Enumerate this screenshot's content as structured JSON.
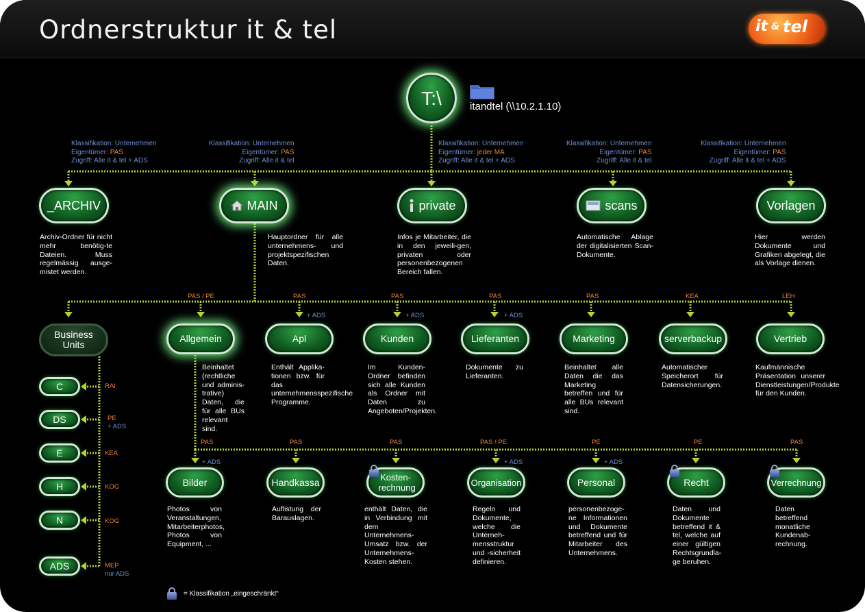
{
  "title": "Ordnerstruktur it & tel",
  "logo": {
    "part1": "it",
    "part2": "tel"
  },
  "root": {
    "label": "T:\\",
    "share": "itandtel (\\\\10.2.1.10)"
  },
  "top_folders": [
    {
      "label": "_ARCHIV",
      "icon": "",
      "meta": {
        "k": "Klassifikation: Unternehmen",
        "e_pre": "Eigentümer: ",
        "e": "PAS",
        "z": "Zugriff: Alle it & tel + ADS"
      },
      "desc": "Archiv-Ordner für nicht mehr benötig-te Dateien. Muss regelmässig ausge-mistet werden."
    },
    {
      "label": "MAIN",
      "icon": "home-icon",
      "meta": {
        "k": "Klassifikation: Unternehmen",
        "e_pre": "Eigentümer: ",
        "e": "PAS",
        "z": "Zugriff: Alle it & tel"
      },
      "desc": "Hauptordner für alle unternehmens- und projektspezifischen Daten."
    },
    {
      "label": "private",
      "icon": "info-icon",
      "meta": {
        "k": "Klassifikation: Unternehmen",
        "e_pre": "Eigentümer: ",
        "e": "jeder MA",
        "z": "Zugriff: Alle it & tel + ADS"
      },
      "desc": "Infos je Mitarbeiter, die in den jeweili-gen, privaten oder personenbezogenen Bereich fallen."
    },
    {
      "label": "scans",
      "icon": "scanner-icon",
      "meta": {
        "k": "Klassifikation: Unternehmen",
        "e_pre": "Eigentümer: ",
        "e": "PAS",
        "z": "Zugriff: Alle it & tel"
      },
      "desc": "Automatische Ablage der digitalisierten Scan-Dokumente."
    },
    {
      "label": "Vorlagen",
      "icon": "",
      "meta": {
        "k": "Klassifikation: Unternehmen",
        "e_pre": "Eigentümer: ",
        "e": "PAS",
        "z": "Zugriff: Alle it & tel + ADS"
      },
      "desc": "Hier werden Dokumente und Grafiken abgelegt, die als Vorlage dienen."
    }
  ],
  "main_children": [
    {
      "label": "Business Units",
      "owner": "PAS / PE",
      "ads": "",
      "desc": ""
    },
    {
      "label": "Allgemein",
      "owner": "",
      "ads": "",
      "desc": "Beinhaltet (rechtliche und adminis-trative) Daten, die für alle BUs relevant sind."
    },
    {
      "label": "Apl",
      "owner": "PAS",
      "ads": "+ ADS",
      "desc": "Enthält Applika-tionen bzw. für das unternehmensspezifische Programme."
    },
    {
      "label": "Kunden",
      "owner": "PAS",
      "ads": "+ ADS",
      "desc": "Im Kunden-Ordner befinden sich alle Kunden als Ordner mit Daten zu Angeboten/Projekten."
    },
    {
      "label": "Lieferanten",
      "owner": "PAS",
      "ads": "+ ADS",
      "desc": "Dokumente zu Lieferanten."
    },
    {
      "label": "Marketing",
      "owner": "PAS",
      "ads": "",
      "desc": "Beinhaltet alle Daten die das Marketing betreffen und für alle BUs relevant sind."
    },
    {
      "label": "serverbackup",
      "owner": "KEA",
      "ads": "",
      "desc": "Automatischer Speicherort für Datensicherungen."
    },
    {
      "label": "Vertrieb",
      "owner": "LEH",
      "ads": "",
      "desc": "Kaufmännische Präsentation unserer Dienstleistungen/Produkte für den Kunden."
    }
  ],
  "business_units": [
    {
      "label": "C",
      "owner": "RAI",
      "ads": ""
    },
    {
      "label": "DS",
      "owner": "PE",
      "ads": "+ ADS"
    },
    {
      "label": "E",
      "owner": "KEA",
      "ads": ""
    },
    {
      "label": "H",
      "owner": "KOG",
      "ads": ""
    },
    {
      "label": "N",
      "owner": "KOG",
      "ads": ""
    },
    {
      "label": "ADS",
      "owner": "MEP",
      "ads": "nur ADS"
    }
  ],
  "allgemein_children": [
    {
      "label": "Bilder",
      "owner": "PAS",
      "ads": "+ ADS",
      "locked": false,
      "desc": "Photos von Veranstaltungen, Mitarbeiterphotos, Photos von Equipment, ..."
    },
    {
      "label": "Handkassa",
      "owner": "PAS",
      "ads": "",
      "locked": false,
      "desc": "Auflistung der Barauslagen."
    },
    {
      "label": "Kosten-rechnung",
      "owner": "PAS",
      "ads": "",
      "locked": true,
      "desc": "enthält Daten, die in Verbindung mit dem Unternehmens-Umsatz bzw. der Unternehmens-Kosten stehen."
    },
    {
      "label": "Organisation",
      "owner": "PAS / PE",
      "ads": "+ ADS",
      "locked": false,
      "desc": "Regeln und Dokumente, welche die Unterneh-mensstruktur und -sicherheit definieren."
    },
    {
      "label": "Personal",
      "owner": "PE",
      "ads": "+ ADS",
      "locked": false,
      "desc": "personenbezoge-ne Informationen und Dokumente betreffend und für Mitarbeiter des Unternehmens."
    },
    {
      "label": "Recht",
      "owner": "PE",
      "ads": "",
      "locked": true,
      "desc": "Daten und Dokumente betreffend it & tel, welche auf einer gültigen Rechtsgrundla-ge beruhen."
    },
    {
      "label": "Verrechnung",
      "owner": "PAS",
      "ads": "",
      "locked": true,
      "desc": "Daten betreffend monatliche Kundenab-rechnung."
    }
  ],
  "legend": {
    "text": "= Klassifikation „eingeschränkt“"
  },
  "colors": {
    "line": "#b8d030",
    "node_green": "#1f8a35",
    "blue_text": "#6f8fd4",
    "orange_text": "#e9823a"
  }
}
